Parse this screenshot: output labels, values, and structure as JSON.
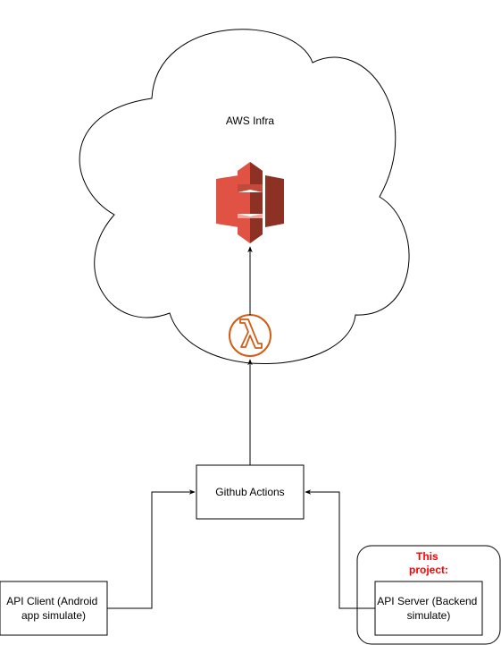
{
  "cloud": {
    "label": "AWS Infra",
    "icons": {
      "storage": "aws-s3-bucket-icon",
      "function": "aws-lambda-icon"
    }
  },
  "nodes": {
    "github_actions": {
      "label": "Github Actions"
    },
    "api_client": {
      "label_line1": "API Client (Android",
      "label_line2": "app simulate)"
    },
    "api_server": {
      "label_line1": "API Server (Backend",
      "label_line2": "simulate)"
    }
  },
  "group": {
    "label_line1": "This",
    "label_line2": "project:"
  },
  "colors": {
    "s3_light": "#e05243",
    "s3_dark": "#8c3123",
    "lambda": "#d05c17",
    "highlight": "#ff0000",
    "stroke": "#000000"
  }
}
